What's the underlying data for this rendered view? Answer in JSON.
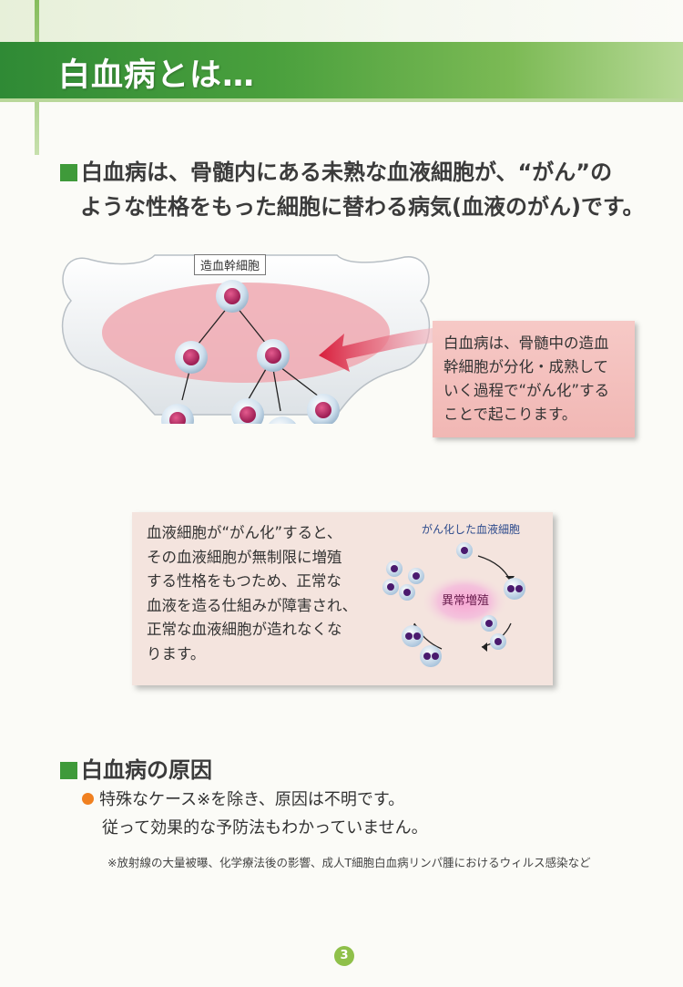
{
  "page": {
    "title": "白血病とは…",
    "page_number": "3"
  },
  "headline": {
    "line1": "白血病は、骨髄内にある未熟な血液細胞が、“がん”の",
    "line2": "ような性格をもった細胞に替わる病気(血液のがん)です。"
  },
  "bone_diagram": {
    "stem_cell_label": "造血幹細胞",
    "info_lines": [
      "白血病は、骨髄中の造血",
      "幹細胞が分化・成熟して",
      "いく過程で“がん化”する",
      "ことで起こります。"
    ]
  },
  "cancer_box": {
    "lines": [
      "血液細胞が“がん化”すると、",
      "その血液細胞が無制限に増殖",
      "する性格をもつため、正常な",
      "血液を造る仕組みが障害され、",
      "正常な血液細胞が造れなくな",
      "ります。"
    ],
    "cycle_label": "がん化した血液細胞",
    "center_label": "異常増殖"
  },
  "cause": {
    "heading": "白血病の原因",
    "line1": "特殊なケース※を除き、原因は不明です。",
    "line2": "従って効果的な予防法もわかっていません。",
    "footnote": "※放射線の大量被曝、化学療法後の影響、成人T細胞白血病リンパ腫におけるウィルス感染など"
  },
  "colors": {
    "header_green": "#3f9a3a",
    "info_pink": "#f1b7b4",
    "bullet_orange": "#f08020",
    "cell_magenta": "#b02a5e",
    "cancer_cell_purple": "#4a1a6e"
  }
}
